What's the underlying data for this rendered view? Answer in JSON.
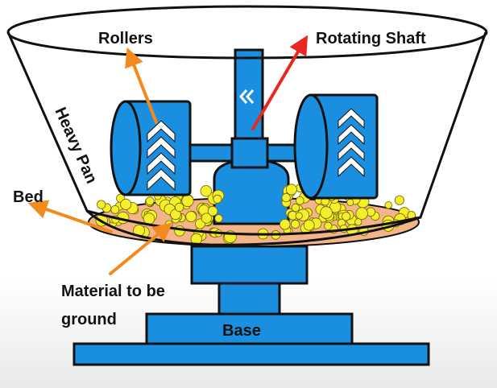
{
  "labels": {
    "rollers": "Rollers",
    "rotating_shaft": "Rotating Shaft",
    "heavy_pan": "Heavy Pan",
    "bed": "Bed",
    "material_line1": "Material to be",
    "material_line2": "ground",
    "base": "Base"
  },
  "colors": {
    "machine_blue": "#1a8fe0",
    "outline": "#111111",
    "bed": "#f2b488",
    "balls": "#f5ee2a",
    "arrow_orange": "#f28a1e",
    "arrow_red": "#e8281e",
    "chevron": "#ffffff",
    "background_bottom": "#e9e9e9"
  },
  "icons": [
    "chevron-up-icon",
    "chevron-left-icon"
  ]
}
